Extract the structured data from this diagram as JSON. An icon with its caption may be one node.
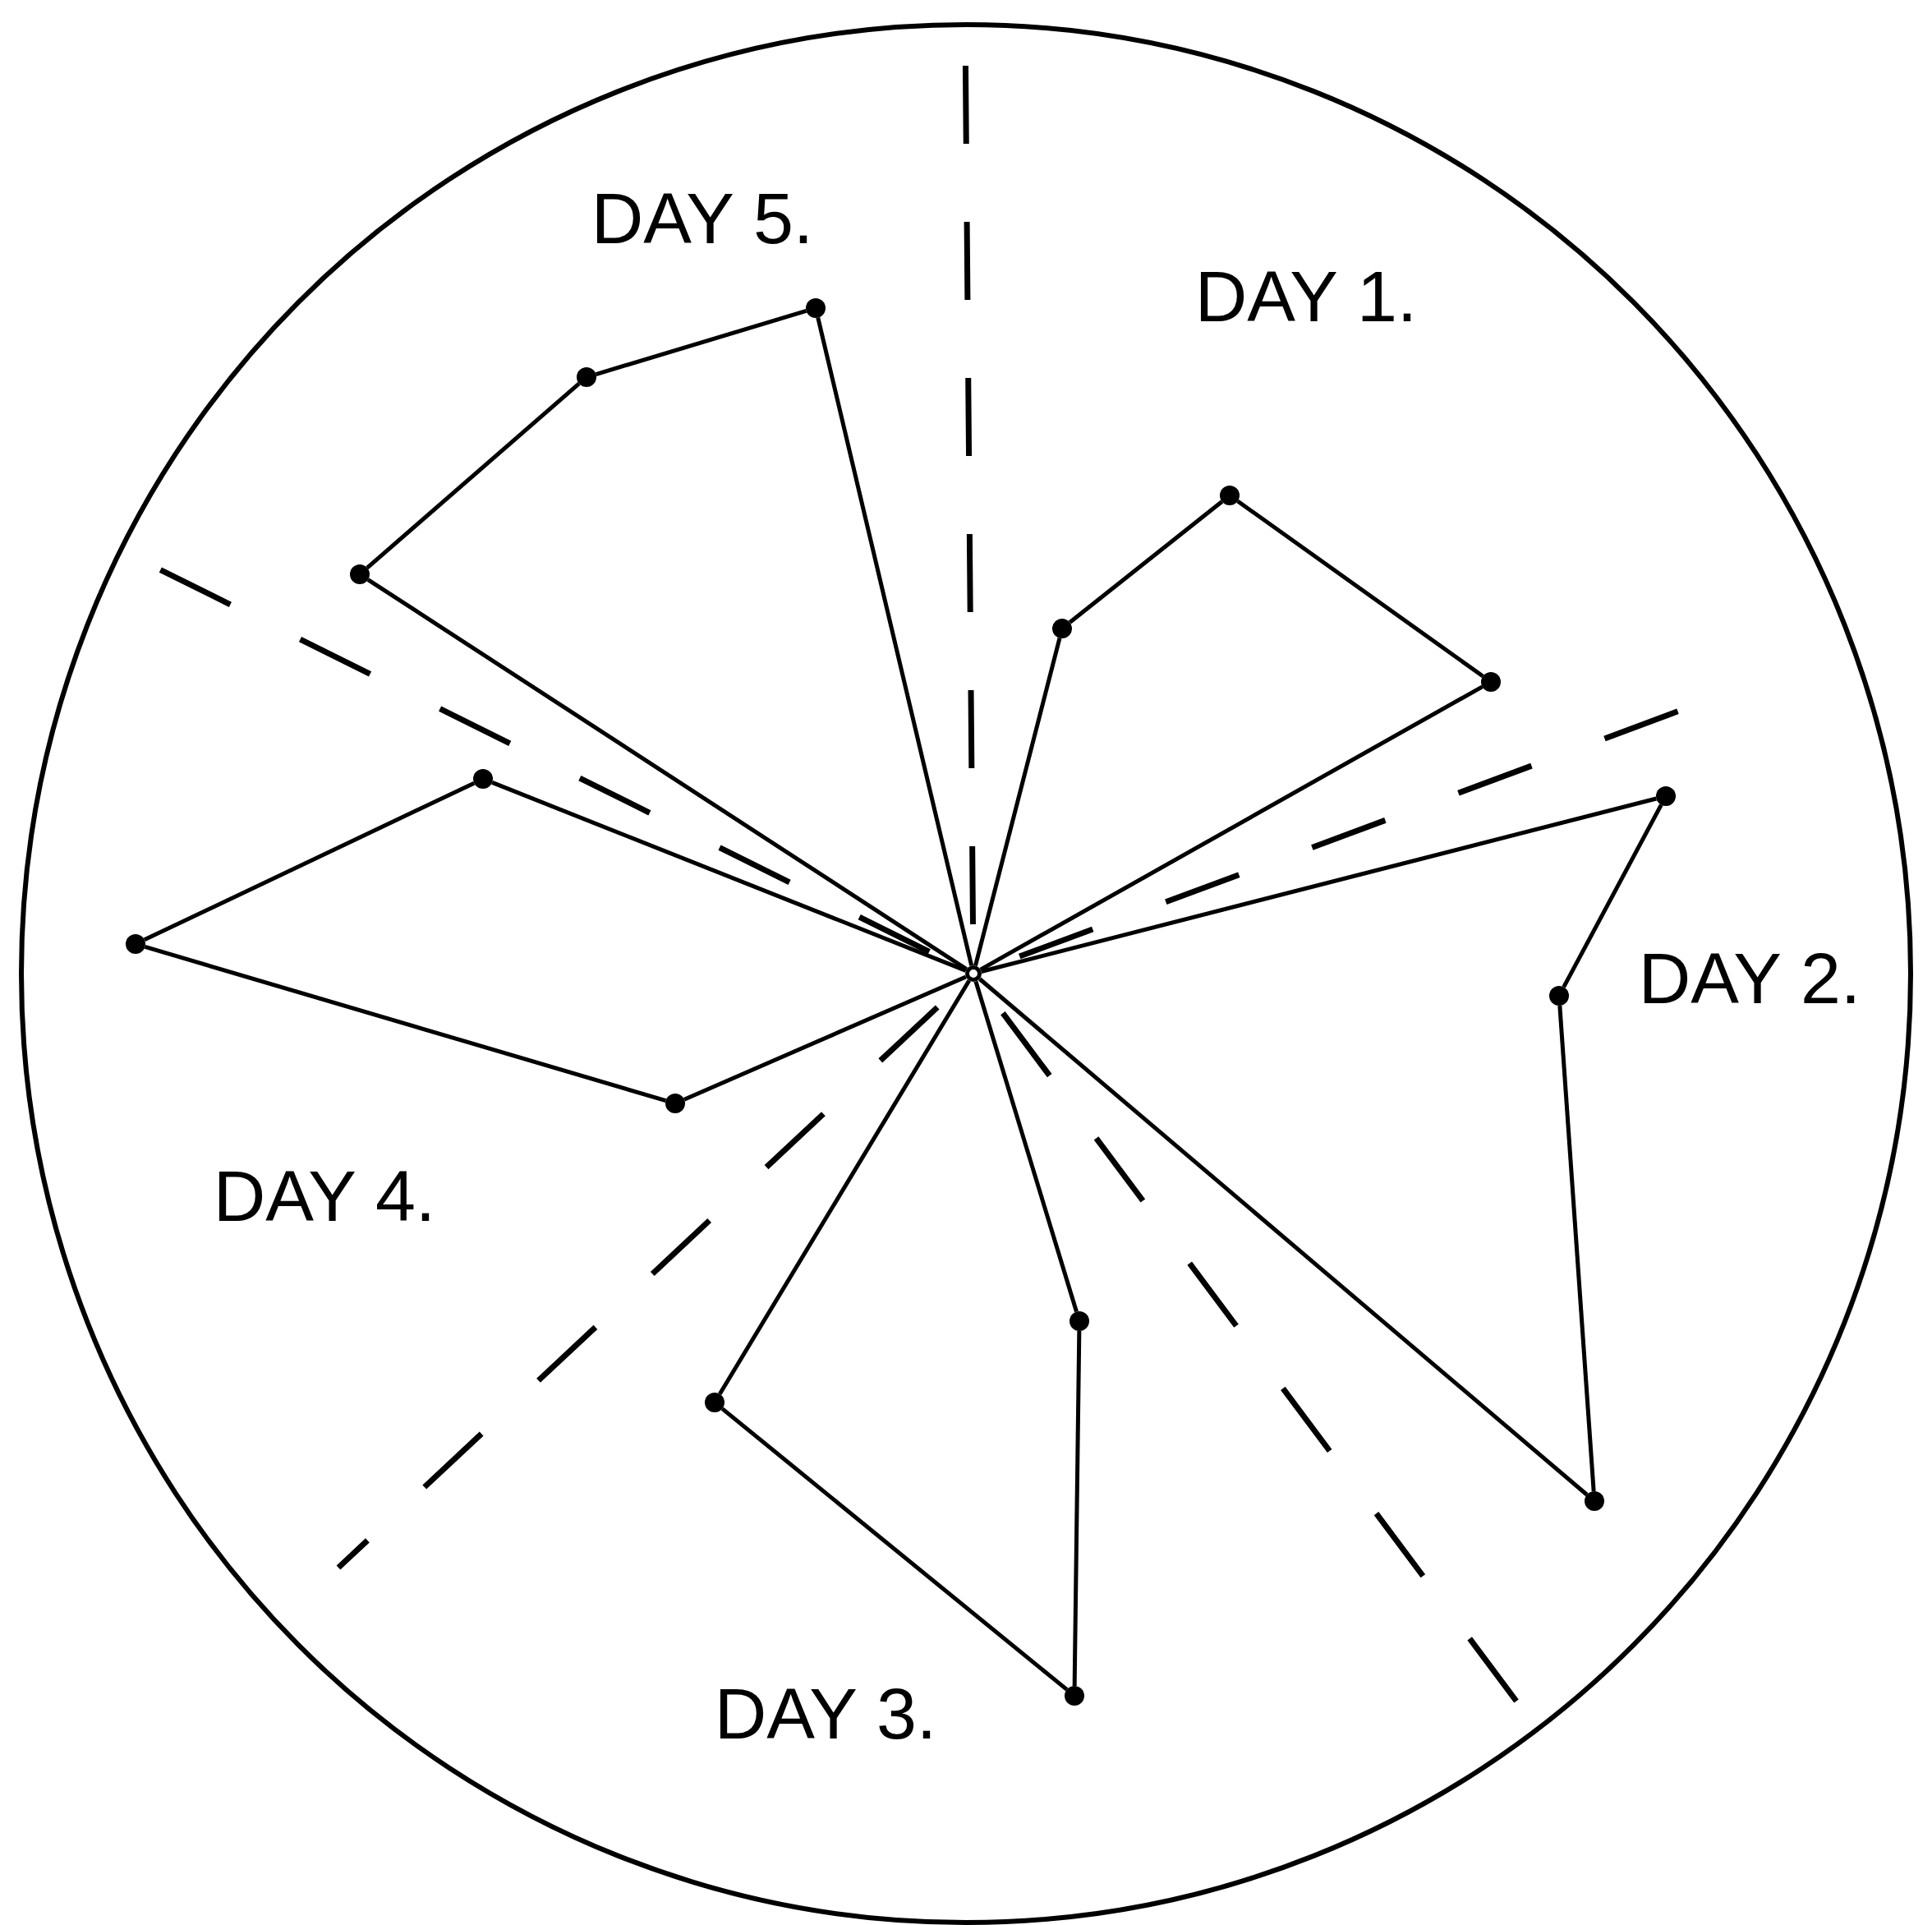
{
  "diagram": {
    "nodes": [
      {
        "text": [],
        "shape": "circle"
      },
      {
        "text": [],
        "shape": "circle"
      },
      {
        "text": [],
        "shape": "circle"
      },
      {
        "text": [],
        "shape": "circle"
      },
      {
        "text": [],
        "shape": "circle"
      },
      {
        "text": [],
        "shape": "circle"
      },
      {
        "text": [],
        "shape": "circle"
      },
      {
        "text": [],
        "shape": "circle"
      },
      {
        "text": [],
        "shape": "circle"
      },
      {
        "text": [],
        "shape": "circle"
      },
      {
        "text": [],
        "shape": "circle"
      },
      {
        "text": [],
        "shape": "circle"
      },
      {
        "text": [],
        "shape": "circle"
      },
      {
        "text": [],
        "shape": "circle"
      },
      {
        "text": [],
        "shape": "circle"
      },
      {
        "text": [],
        "shape": "circle"
      }
    ],
    "edges": [
      {
        "from": 0,
        "to": 1,
        "arrow": "none"
      },
      {
        "from": 1,
        "to": 2,
        "arrow": "none"
      },
      {
        "from": 2,
        "to": 3,
        "arrow": "none"
      },
      {
        "from": 3,
        "to": 0,
        "arrow": "none"
      },
      {
        "from": 0,
        "to": 4,
        "arrow": "none"
      },
      {
        "from": 4,
        "to": 5,
        "arrow": "none"
      },
      {
        "from": 5,
        "to": 6,
        "arrow": "none"
      },
      {
        "from": 6,
        "to": 0,
        "arrow": "none"
      },
      {
        "from": 0,
        "to": 7,
        "arrow": "none"
      },
      {
        "from": 7,
        "to": 8,
        "arrow": "none"
      },
      {
        "from": 8,
        "to": 9,
        "arrow": "none"
      },
      {
        "from": 9,
        "to": 0,
        "arrow": "none"
      },
      {
        "from": 0,
        "to": 10,
        "arrow": "none"
      },
      {
        "from": 10,
        "to": 11,
        "arrow": "none"
      },
      {
        "from": 11,
        "to": 12,
        "arrow": "none"
      },
      {
        "from": 12,
        "to": 0,
        "arrow": "none"
      },
      {
        "from": 0,
        "to": 13,
        "arrow": "none"
      },
      {
        "from": 13,
        "to": 14,
        "arrow": "none"
      },
      {
        "from": 14,
        "to": 15,
        "arrow": "none"
      },
      {
        "from": 15,
        "to": 0,
        "arrow": "none"
      }
    ],
    "labels": [
      "DAY 5.",
      "DAY 1.",
      "DAY 2.",
      "DAY 4.",
      "DAY 3."
    ]
  }
}
